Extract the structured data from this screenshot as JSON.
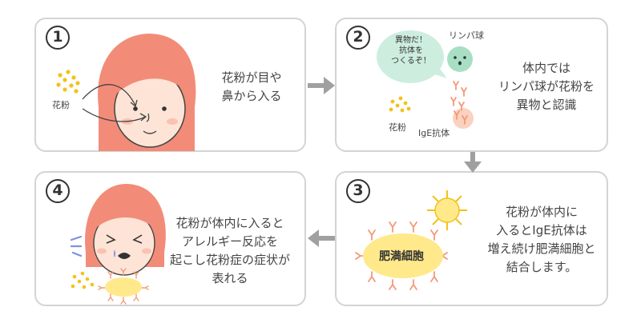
{
  "steps": [
    {
      "number": "1",
      "caption": [
        "花粉が目や",
        "鼻から入る"
      ],
      "labels": {
        "pollen": "花粉"
      }
    },
    {
      "number": "2",
      "caption": [
        "体内では",
        "リンパ球が花粉を",
        "異物と認識"
      ],
      "labels": {
        "speech_bubble": [
          "異物だ！",
          "抗体を",
          "つくるぞ！"
        ],
        "lymphocyte": "リンパ球",
        "pollen": "花粉",
        "antibody": "IgE抗体"
      }
    },
    {
      "number": "3",
      "caption": [
        "花粉が体内に",
        "入るとIgE抗体は",
        "増え続け肥満細胞と",
        "結合します。"
      ],
      "labels": {
        "mast_cell": "肥満細胞"
      }
    },
    {
      "number": "4",
      "caption": [
        "花粉が体内に入ると",
        "アレルギー反応を",
        "起こし花粉症の症状が",
        "表れる"
      ]
    }
  ],
  "colors": {
    "panel_border": "#d4d4d4",
    "arrow": "#a0a0a0",
    "pollen": "#f2c21b",
    "hair": "#f28c78",
    "skin": "#fde4d6",
    "lymphocyte": "#a8dfc4",
    "bubble": "#cdeede",
    "mast_cell": "#ffe98a",
    "antibody": "#f29a7a",
    "tear": "#7f8fe0"
  },
  "icons": [
    "circled-number",
    "right-arrow",
    "down-arrow",
    "left-arrow",
    "pollen-dots",
    "woman-face",
    "lymphocyte",
    "antibody-y",
    "mast-cell",
    "sneezing-face"
  ]
}
